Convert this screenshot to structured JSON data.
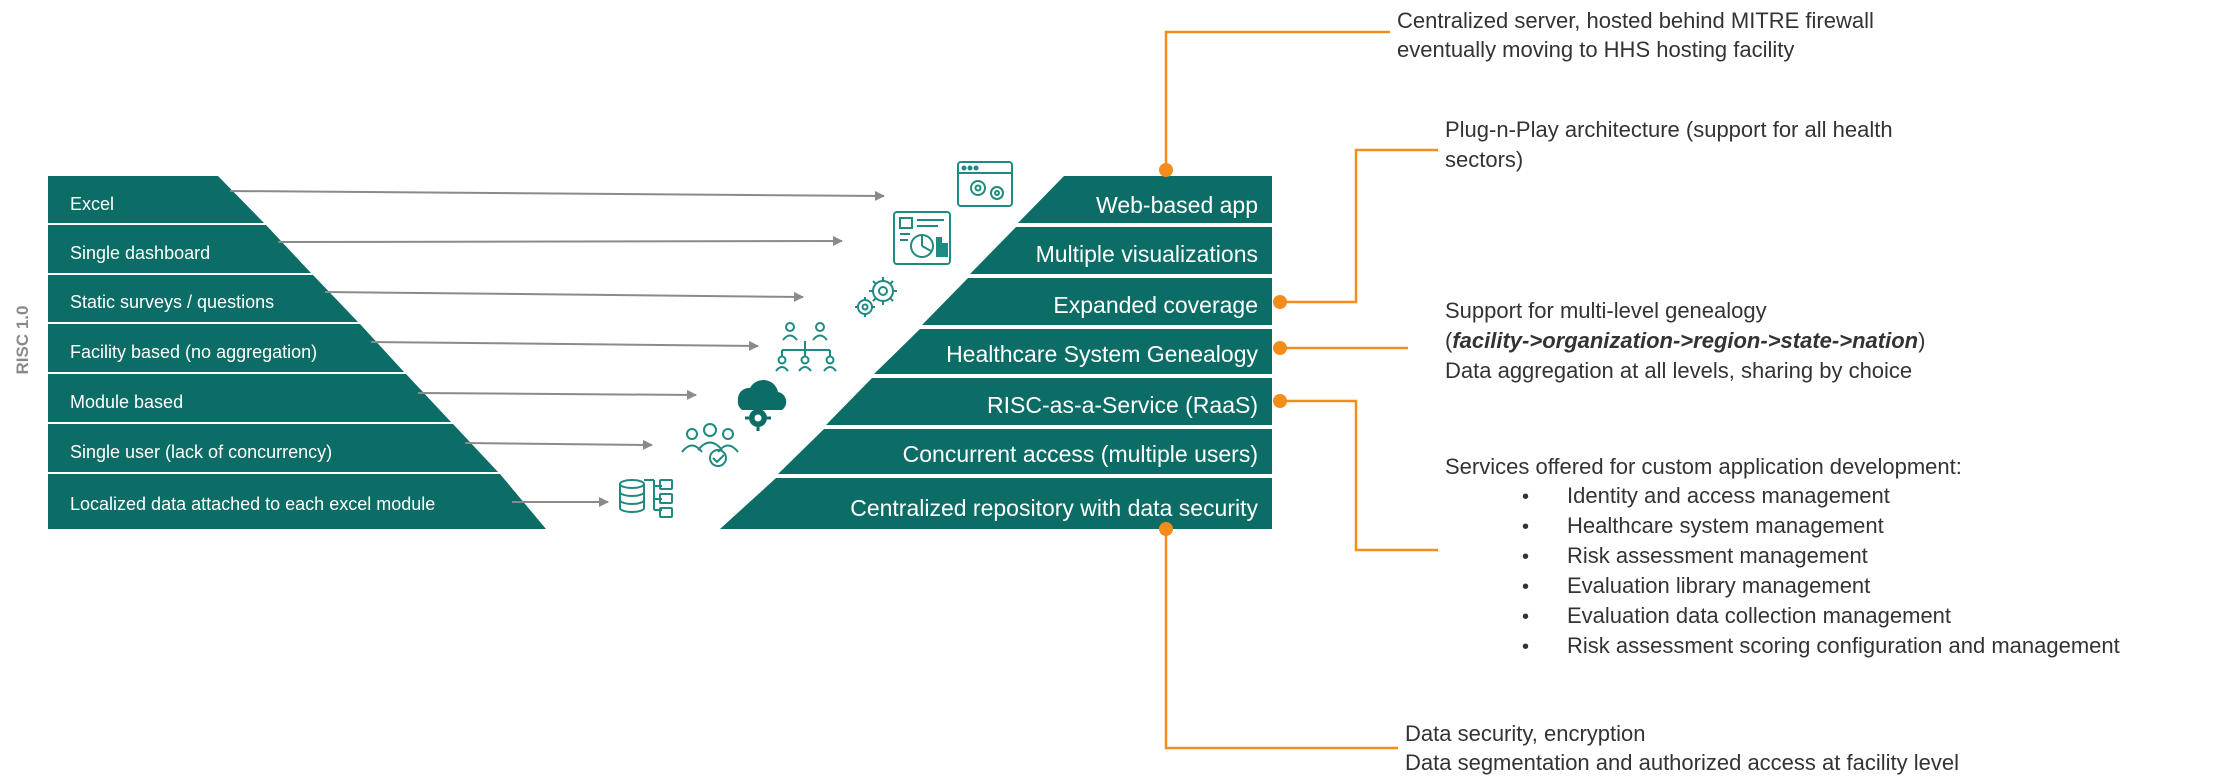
{
  "side_label": "RISC 1.0",
  "colors": {
    "teal": "#0c6d66",
    "icon_teal": "#1f8a80",
    "arrow_gray": "#8a8a8a",
    "orange": "#f28c1a",
    "label_text": "#333333",
    "band_text": "#ffffff"
  },
  "left_bands": [
    {
      "label": "Excel"
    },
    {
      "label": "Single dashboard"
    },
    {
      "label": "Static surveys / questions"
    },
    {
      "label": "Facility based (no aggregation)"
    },
    {
      "label": "Module based"
    },
    {
      "label": "Single user (lack of concurrency)"
    },
    {
      "label": "Localized data attached to each excel module"
    }
  ],
  "right_bands": [
    {
      "label": "Web-based app"
    },
    {
      "label": "Multiple visualizations"
    },
    {
      "label": "Expanded coverage"
    },
    {
      "label": "Healthcare System Genealogy"
    },
    {
      "label": "RISC-as-a-Service (RaaS)"
    },
    {
      "label": "Concurrent access (multiple users)"
    },
    {
      "label": "Centralized repository with data security"
    }
  ],
  "icons": [
    {
      "name": "web-app-icon"
    },
    {
      "name": "dashboard-icon"
    },
    {
      "name": "gears-icon"
    },
    {
      "name": "org-chart-icon"
    },
    {
      "name": "cloud-gear-icon"
    },
    {
      "name": "users-icon"
    },
    {
      "name": "database-icon"
    }
  ],
  "callouts": {
    "web_app": {
      "lines": [
        "Centralized server, hosted behind MITRE firewall",
        "eventually moving to HHS hosting facility"
      ]
    },
    "plug_n_play": {
      "lines": [
        "Plug-n-Play architecture (support for all health",
        "sectors)"
      ]
    },
    "genealogy": {
      "line1": "Support for multi-level genealogy",
      "line2_open": "(",
      "line2_emph": "facility->organization->region->state->nation",
      "line2_close": ")",
      "line3": "Data aggregation at all levels, sharing by choice"
    },
    "services": {
      "heading": "Services offered for custom application development:",
      "bullet_char": "•",
      "items": [
        "Identity and access management",
        "Healthcare system management",
        "Risk assessment management",
        "Evaluation library management",
        "Evaluation data collection management",
        "Risk assessment scoring configuration and management"
      ]
    },
    "security": {
      "lines": [
        "Data security, encryption",
        "Data segmentation and authorized access at facility level"
      ]
    }
  }
}
